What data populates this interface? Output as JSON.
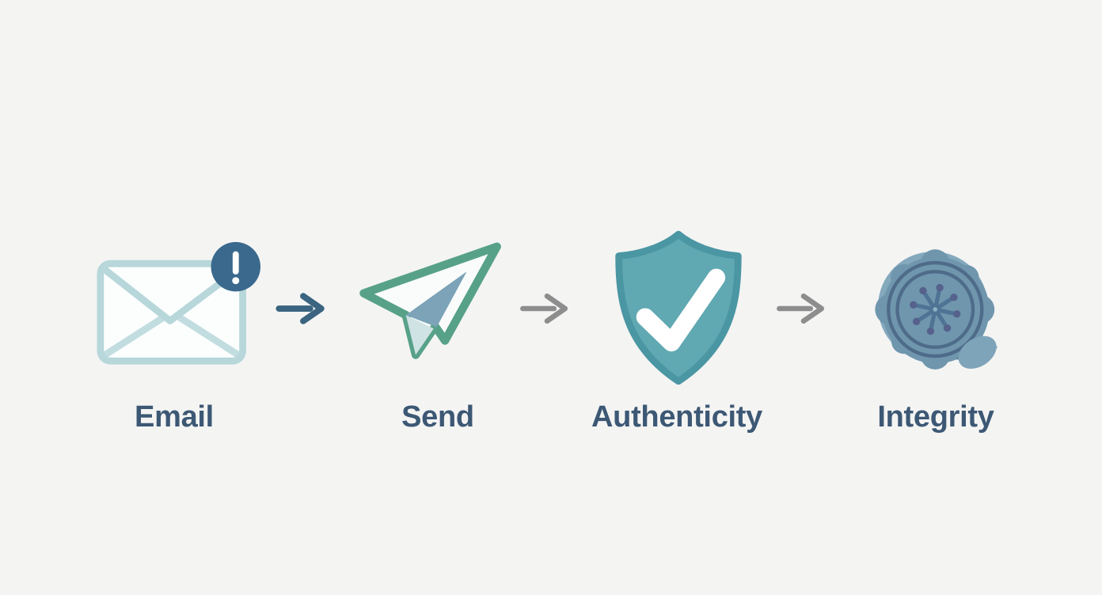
{
  "diagram": {
    "description": "Email signing flow",
    "background": "#f4f4f3"
  },
  "steps": [
    {
      "label": "Email",
      "icon": "envelope-alert-icon"
    },
    {
      "label": "Send",
      "icon": "paper-plane-icon"
    },
    {
      "label": "Authenticity",
      "icon": "shield-check-icon"
    },
    {
      "label": "Integrity",
      "icon": "wax-seal-icon"
    }
  ],
  "arrows": [
    {
      "from": "Email",
      "to": "Send",
      "color": "#3a6480"
    },
    {
      "from": "Send",
      "to": "Authenticity",
      "color": "#8d8d8d"
    },
    {
      "from": "Authenticity",
      "to": "Integrity",
      "color": "#8d8d8d"
    }
  ],
  "colors": {
    "background": "#f4f4f3",
    "label": "#3c5874",
    "envelope_outline": "#b7d7da",
    "alert_badge": "#3a698d",
    "plane_outline": "#57a189",
    "plane_fill": "#f9fcfb",
    "plane_dart": "#7ca3b8",
    "shield_fill": "#60a8b2",
    "shield_border": "#4b96a3",
    "check_mark": "#ffffff",
    "seal_body": "#6f96ad",
    "seal_ring": "#46607f",
    "seal_emblem": "#4f7394",
    "seal_dot": "#56618c",
    "seal_fold": "#7ea4b9",
    "arrow_primary": "#3a6480",
    "arrow_secondary": "#8d8d8d"
  }
}
